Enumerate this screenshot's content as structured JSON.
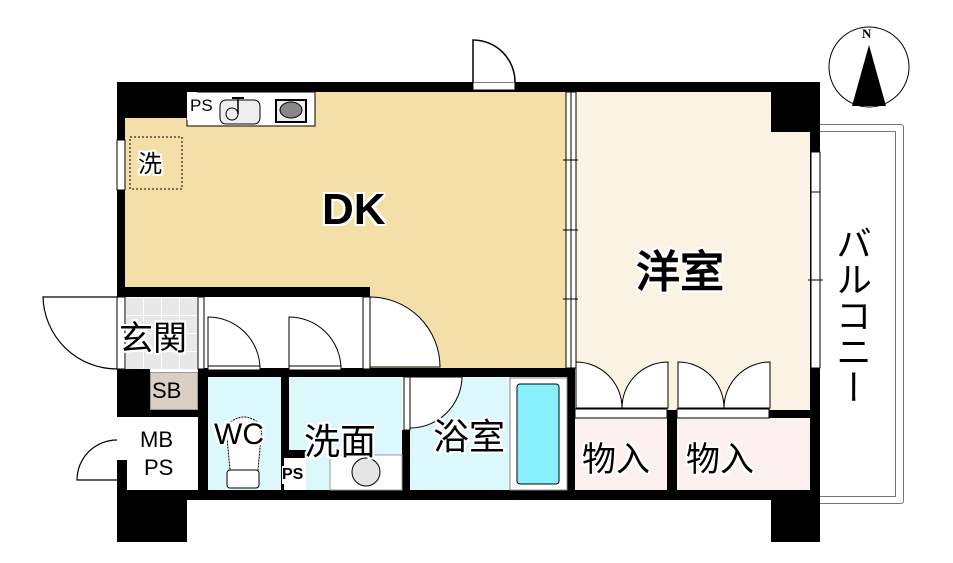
{
  "floorplan": {
    "rooms": {
      "dk": {
        "label": "DK",
        "color": "#f5dfa8"
      },
      "western": {
        "label": "洋室",
        "color": "#faf3e3"
      },
      "balcony": {
        "label": "バルコニー",
        "color": "#ffffff"
      },
      "entrance": {
        "label": "玄関",
        "color": "#e8e8e8"
      },
      "shoe_box": {
        "label": "SB",
        "color": "#d9cfc4"
      },
      "meter_box": {
        "label_line1": "MB",
        "label_line2": "PS",
        "color": "#ffffff"
      },
      "wc": {
        "label": "WC",
        "color": "#dcf8fb"
      },
      "washroom": {
        "label": "洗面",
        "color": "#dcf8fb"
      },
      "bathroom": {
        "label": "浴室",
        "color": "#dcf8fb"
      },
      "closet_1": {
        "label": "物入",
        "color": "#fdf0f0"
      },
      "closet_2": {
        "label": "物入",
        "color": "#fdf0f0"
      }
    },
    "fixtures": {
      "kitchen_ps": "PS",
      "washer_space": "洗",
      "wc_ps": "PS",
      "bathtub_color": "#88f0fa"
    },
    "compass": {
      "label": "N"
    }
  }
}
